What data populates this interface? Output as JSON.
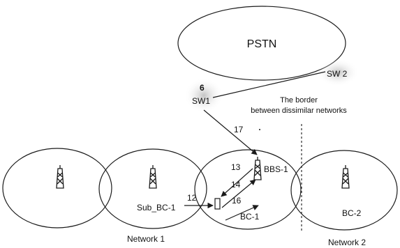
{
  "pstn_label": "PSTN",
  "sw1_label": "SW1",
  "sw1_number": "6",
  "sw2_label": "SW 2",
  "border_line1": "The border",
  "border_line2": "between dissimilar networks",
  "bbs_label": "BBS-1",
  "sub_bc_label": "Sub_BC-1",
  "bc1_label": "BC-1",
  "bc2_label": "BC-2",
  "network1_label": "Network 1",
  "network2_label": "Network 2",
  "arrow_labels": {
    "a12": "12",
    "a13": "13",
    "a14": "14",
    "a16": "16",
    "a17": "17"
  },
  "colors": {
    "line": "#1a1a1a",
    "switch_halo": "#c8c8c8"
  }
}
